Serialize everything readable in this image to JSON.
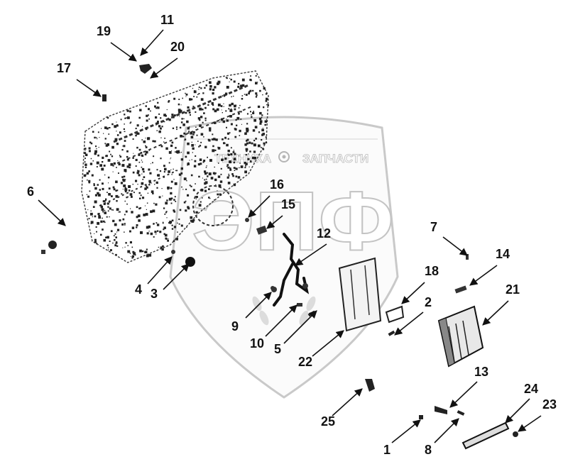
{
  "watermark": {
    "left_word": "ТЕХНИКА",
    "right_word": "ЗАПЧАСТИ",
    "monogram": "ЭПФ"
  },
  "callouts": [
    "1",
    "2",
    "3",
    "4",
    "5",
    "6",
    "7",
    "8",
    "9",
    "10",
    "11",
    "12",
    "13",
    "14",
    "15",
    "16",
    "17",
    "18",
    "19",
    "20",
    "21",
    "22",
    "23",
    "24",
    "25"
  ]
}
